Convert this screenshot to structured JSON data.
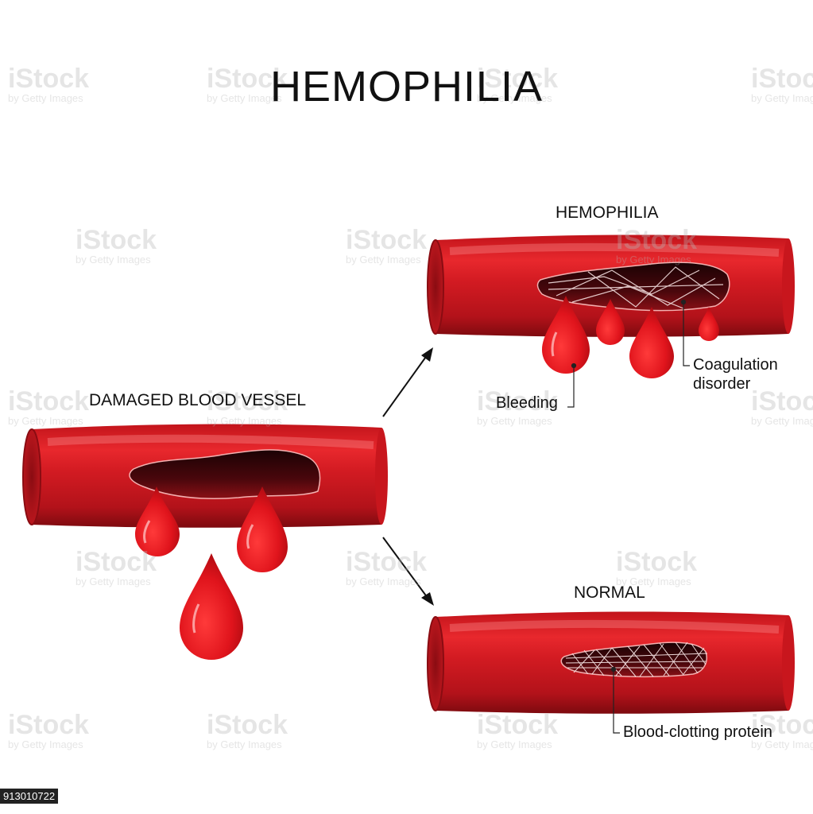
{
  "title": "HEMOPHILIA",
  "labels": {
    "damaged": "DAMAGED BLOOD VESSEL",
    "hemophilia": "HEMOPHILIA",
    "normal": "NORMAL",
    "bleeding": "Bleeding",
    "coagulation_line1": "Coagulation",
    "coagulation_line2": "disorder",
    "clotting_protein": "Blood-clotting protein"
  },
  "watermark": {
    "brand": "iStock",
    "sub": "by Getty Images"
  },
  "image_id": "913010722",
  "colors": {
    "vessel": "#d61a22",
    "vessel_dark": "#8c0b10",
    "blood": "#e0141c",
    "wound": "#3a0508",
    "fibers": "#f2dede"
  }
}
